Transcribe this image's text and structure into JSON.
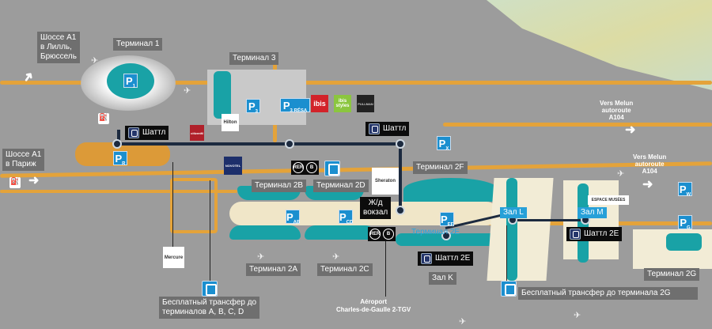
{
  "highways": {
    "a1_north": [
      "Шоссе A1",
      "в Лилль,",
      "Брюссель"
    ],
    "a1_south": [
      "Шоссе A1",
      "в Париж"
    ],
    "a104_top": [
      "Vers Melun",
      "autoroute",
      "A104"
    ],
    "a104_bottom": [
      "Vers Melun",
      "autoroute",
      "A104"
    ]
  },
  "terminals": {
    "t1": "Терминал 1",
    "t3": "Терминал 3",
    "t2a": "Терминал 2A",
    "t2b": "Терминал 2B",
    "t2c": "Терминал 2C",
    "t2d": "Терминал 2D",
    "t2e": "Терминал 2E",
    "t2f": "Терминал 2F",
    "t2g": "Терминал 2G",
    "zal_k": "Зал K",
    "zal_l": "Зал L",
    "zal_m": "Зал M"
  },
  "shuttles": {
    "s1": "Шаттл",
    "s2": "Шаттл",
    "s2e_a": "Шаттл 2E",
    "s2e_b": "Шаттл 2E"
  },
  "station": {
    "label": [
      "Ж/д",
      "вокзал"
    ],
    "tgv": [
      "Aéroport",
      "Charles-de-Gaulle 2-TGV"
    ],
    "rer": "RER",
    "rer_line": "B"
  },
  "transfers": {
    "abcd": [
      "Бесплатный трансфер до",
      "терминалов A, B, C, D"
    ],
    "g": "Бесплатный трансфер до терминала 2G"
  },
  "parkings": {
    "p1": [
      "P",
      "1"
    ],
    "p3": [
      "P",
      "3"
    ],
    "p3resa": [
      "P",
      "3 RÉSA"
    ],
    "pr": [
      "P",
      "R"
    ],
    "px": [
      "P",
      "X"
    ],
    "pw": [
      "P",
      "W"
    ],
    "pg": [
      "P",
      "G"
    ],
    "pab": [
      "P",
      "AB"
    ],
    "pcd": [
      "P",
      "CD"
    ],
    "pef": [
      "P",
      "EF"
    ]
  },
  "hotels": {
    "hilton": "Hilton",
    "ibis": "ibis",
    "ibis_styles": "ibis styles",
    "pullman": "PULLMAN",
    "novotel": "NOVOTEL",
    "mercure": "Mercure",
    "sheraton": "Sheraton",
    "citizenm": "citizenM",
    "espace": "ESPACE MUSÉES"
  },
  "colors": {
    "road": "#e4a33a",
    "terminal": "#19a2a6",
    "parking": "#1b8fcf",
    "shuttle_line": "#1c2a3f"
  }
}
